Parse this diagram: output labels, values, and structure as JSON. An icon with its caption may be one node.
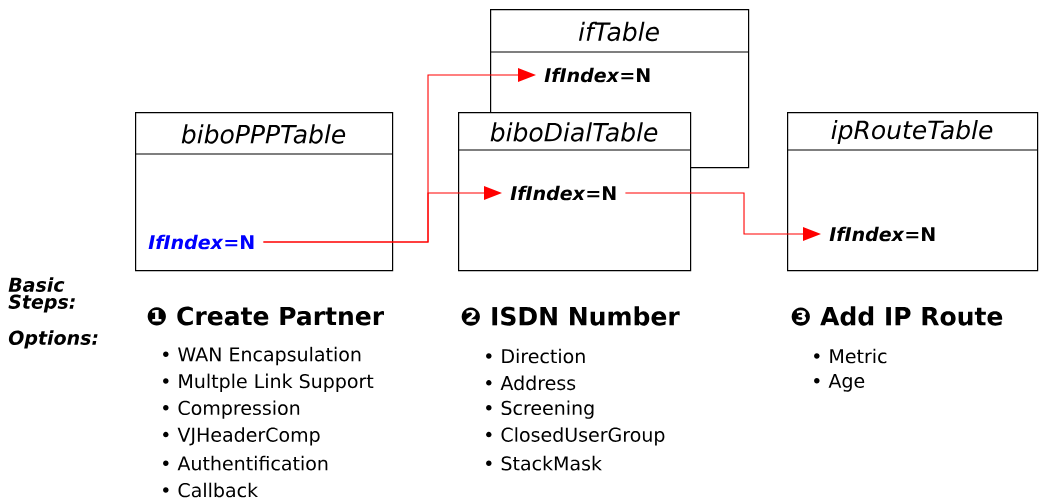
{
  "diagram": {
    "nodes": [
      {
        "text": [
          "biboPPPTable"
        ]
      },
      {
        "text": [
          "*IfIndex*=N"
        ],
        "in": 0
      },
      {
        "text": [
          "ifTable"
        ]
      },
      {
        "text": [
          "*IfIndex*=N"
        ],
        "in": 2
      },
      {
        "text": [
          "biboDialTable"
        ]
      },
      {
        "text": [
          "*IfIndex*=N"
        ],
        "in": 4
      },
      {
        "text": [
          "ipRouteTable"
        ]
      },
      {
        "text": [
          "*IfIndex*=N"
        ],
        "in": 6
      }
    ],
    "edges": [
      {
        "from": 1,
        "to": 3,
        "arrow": "to"
      },
      {
        "from": 1,
        "to": 5,
        "arrow": "to"
      },
      {
        "from": 5,
        "to": 7,
        "arrow": "to"
      }
    ],
    "labels": [
      "Basic Steps:",
      "❶ Create Partner",
      "❷ ISDN Number",
      "❸ Add IP Route",
      "Options:",
      "• WAN Encapsulation",
      "• Multple Link Support",
      "• Compression",
      "• VJHeaderComp",
      "• Authentification",
      "• Callback",
      "• Direction",
      "• Address",
      "• Screening",
      "• ClosedUserGroup",
      "• StackMask",
      "• Metric",
      "• Age"
    ]
  }
}
